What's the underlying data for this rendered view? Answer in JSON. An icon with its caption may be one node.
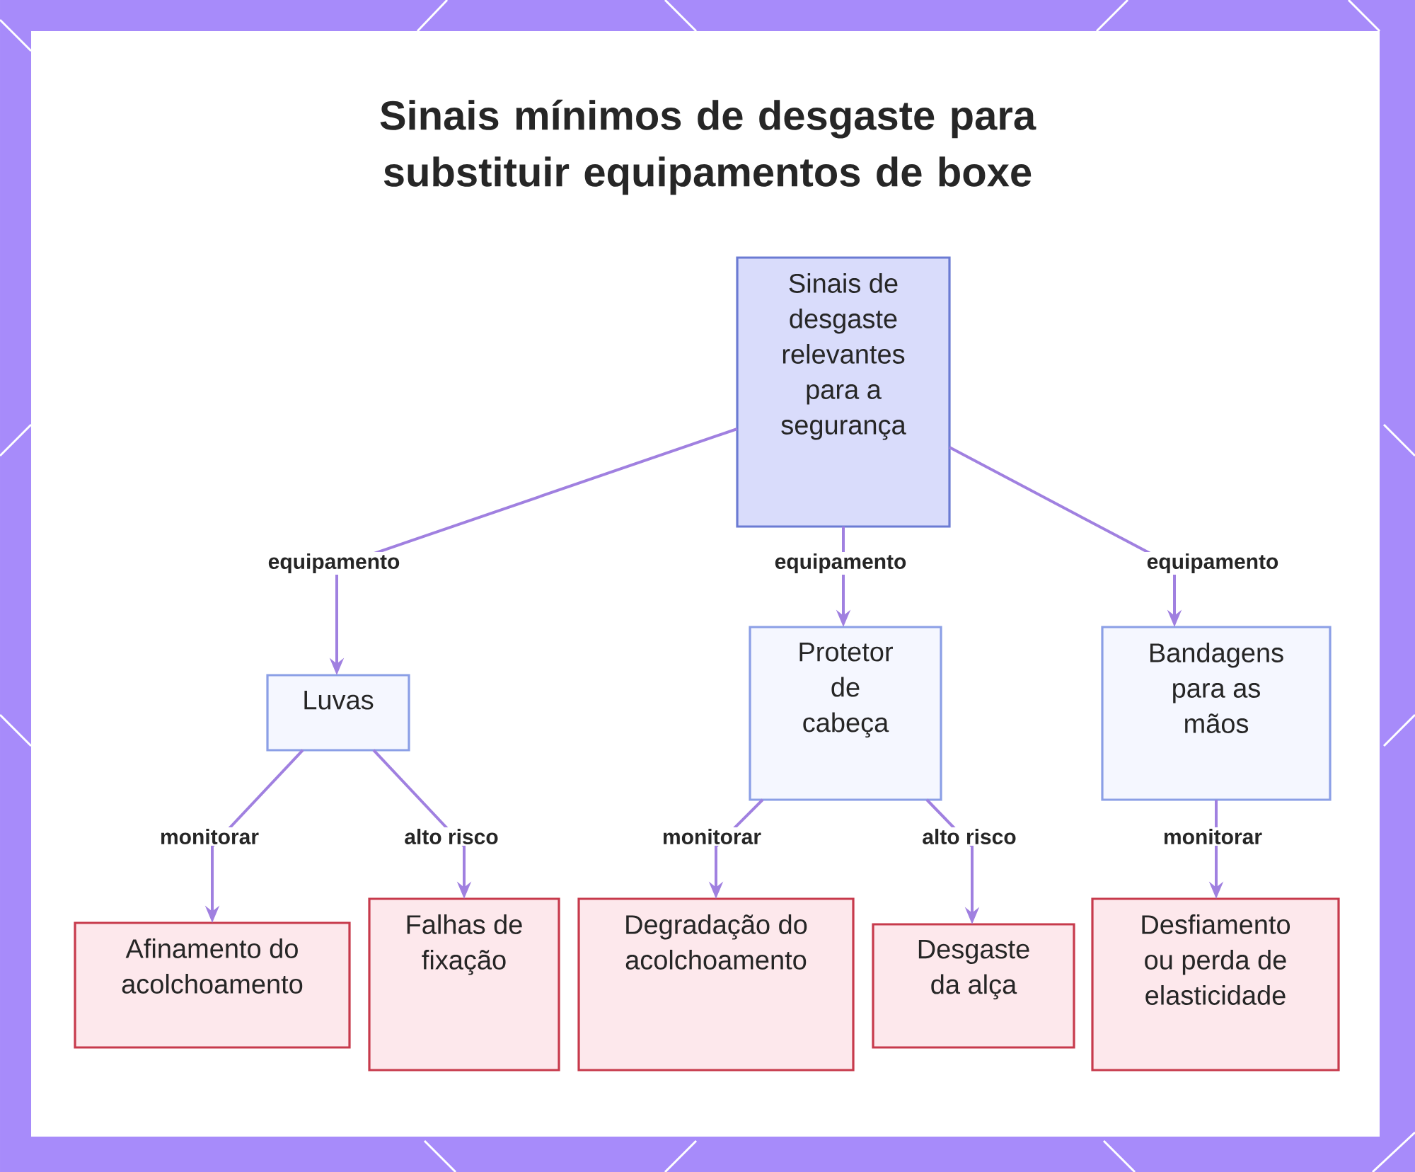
{
  "diagram": {
    "title": "Sinais mínimos de desgaste para substituir equipamentos de boxe",
    "nodes": [
      {
        "text": [
          "Sinais de desgaste relevantes para a segurança"
        ]
      },
      {
        "text": [
          "Luvas"
        ]
      },
      {
        "text": [
          "Protetor de cabeça"
        ]
      },
      {
        "text": [
          "Bandagens para as mãos"
        ]
      },
      {
        "text": [
          "Afinamento do acolchoamento"
        ]
      },
      {
        "text": [
          "Falhas de fixação"
        ]
      },
      {
        "text": [
          "Degradação do acolchoamento"
        ]
      },
      {
        "text": [
          "Desgaste da alça"
        ]
      },
      {
        "text": [
          "Desfiamento ou perda de elasticidade"
        ]
      }
    ],
    "edges": [
      {
        "from": 0,
        "to": 1,
        "arrow": "to",
        "label": "equipamento"
      },
      {
        "from": 0,
        "to": 2,
        "arrow": "to",
        "label": "equipamento"
      },
      {
        "from": 0,
        "to": 3,
        "arrow": "to",
        "label": "equipamento"
      },
      {
        "from": 1,
        "to": 4,
        "arrow": "to",
        "label": "monitorar"
      },
      {
        "from": 1,
        "to": 5,
        "arrow": "to",
        "label": "alto risco"
      },
      {
        "from": 2,
        "to": 6,
        "arrow": "to",
        "label": "monitorar"
      },
      {
        "from": 2,
        "to": 7,
        "arrow": "to",
        "label": "alto risco"
      },
      {
        "from": 3,
        "to": 8,
        "arrow": "to",
        "label": "monitorar"
      }
    ]
  }
}
